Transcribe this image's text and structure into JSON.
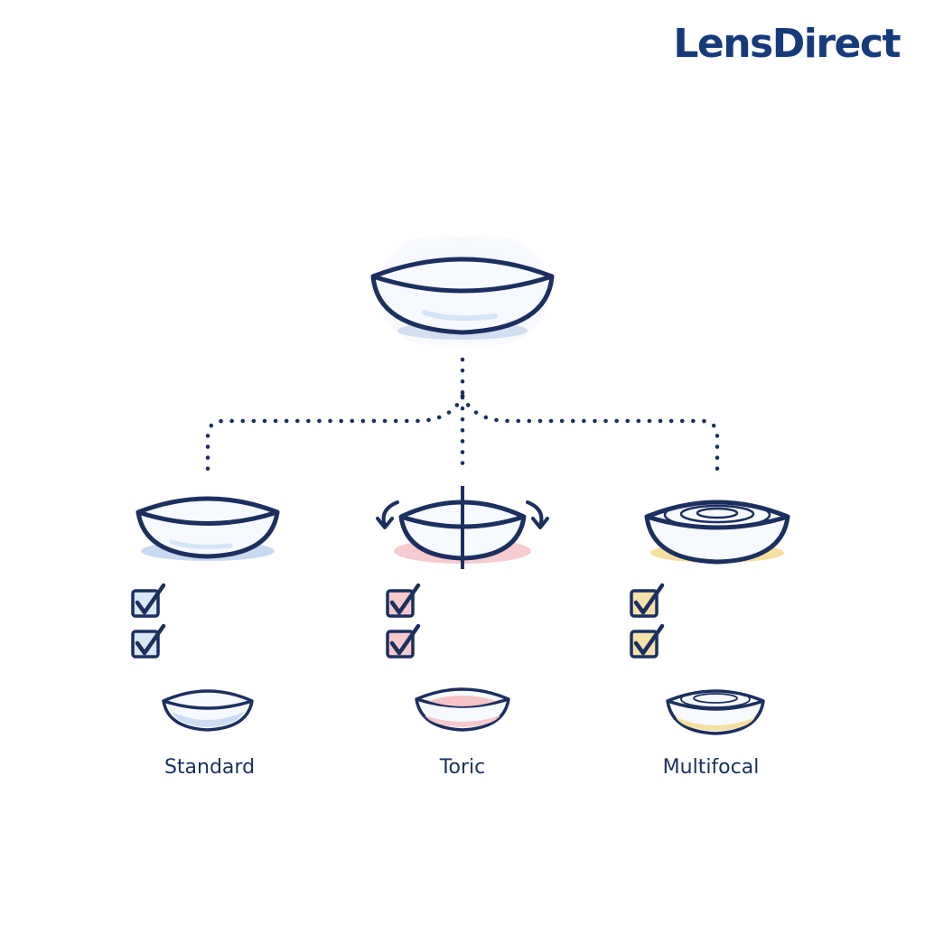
{
  "brand": {
    "name": "LensDirect",
    "color": "#173a7a"
  },
  "colors": {
    "outline": "#1c2f5e",
    "standard_tint": "#c9d9f2",
    "toric_tint": "#f5c3c8",
    "multifocal_tint": "#f6dfa3",
    "parent_tint": "#dfe9f8"
  },
  "parent": {
    "icon": "contact-lens-icon"
  },
  "categories": [
    {
      "key": "standard",
      "label": "Standard",
      "icon": "standard-lens-icon",
      "checkboxes": [
        true,
        true
      ]
    },
    {
      "key": "toric",
      "label": "Toric",
      "icon": "toric-lens-icon",
      "checkboxes": [
        true,
        true
      ]
    },
    {
      "key": "multifocal",
      "label": "Multifocal",
      "icon": "multifocal-lens-icon",
      "checkboxes": [
        true,
        true
      ]
    }
  ]
}
